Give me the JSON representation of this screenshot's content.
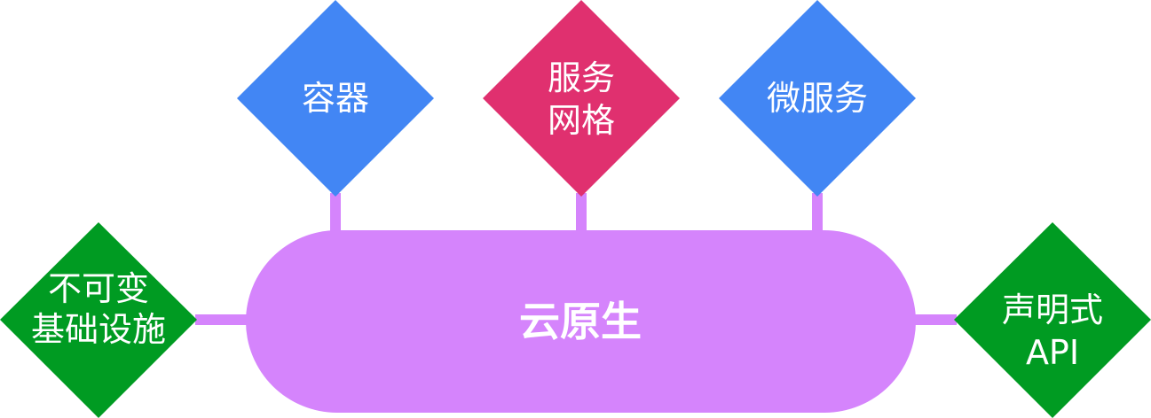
{
  "colors": {
    "blue": "#4286f4",
    "pink": "#e0306f",
    "green": "#009b22",
    "purple": "#d584fc"
  },
  "center": {
    "label": "云原生"
  },
  "nodes": {
    "containers": {
      "line1": "容器"
    },
    "service_mesh": {
      "line1": "服务",
      "line2": "网格"
    },
    "microservices": {
      "line1": "微服务"
    },
    "immutable_infra": {
      "line1": "不可变",
      "line2": "基础设施"
    },
    "declarative_api": {
      "line1": "声明式",
      "line2": "API"
    }
  }
}
